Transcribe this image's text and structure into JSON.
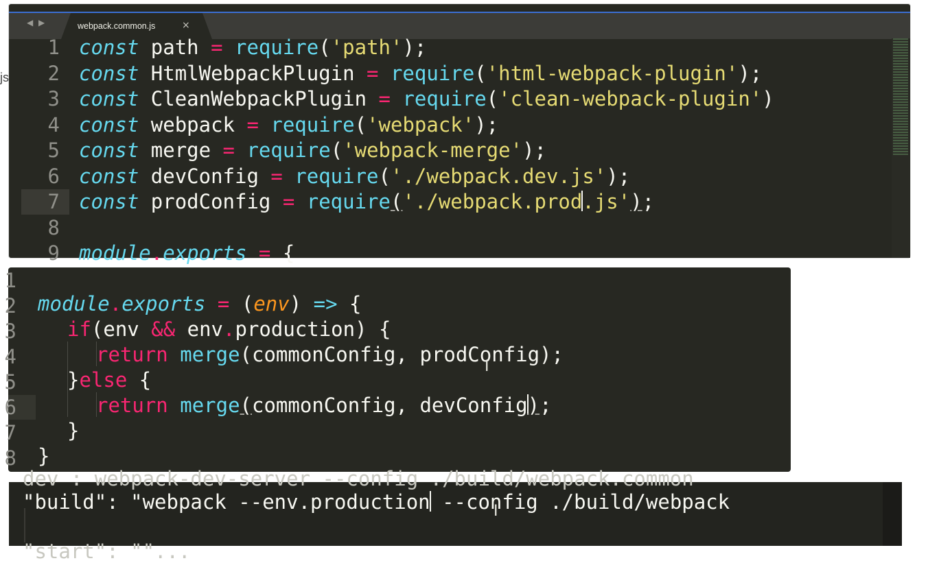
{
  "colors": {
    "background": "#272822",
    "keyword": "#66d9ef",
    "operator": "#f92672",
    "string": "#e6db74",
    "identifier": "#f8f8f2",
    "line_number": "#90908a",
    "param": "#fd971f",
    "tab_accent": "#3b6fd4"
  },
  "editor": {
    "tab_arrows": "◀ ▶",
    "tab_title": "webpack.common.js",
    "tab_close": "×",
    "left_stub": "js",
    "lines": [
      {
        "n": "1",
        "kw": "const",
        "id": "path",
        "op": "=",
        "fn": "require",
        "open": "(",
        "str": "'path'",
        "close": ");"
      },
      {
        "n": "2",
        "kw": "const",
        "id": "HtmlWebpackPlugin",
        "op": "=",
        "fn": "require",
        "open": "(",
        "str": "'html-webpack-plugin'",
        "close": ");"
      },
      {
        "n": "3",
        "kw": "const",
        "id": "CleanWebpackPlugin",
        "op": "=",
        "fn": "require",
        "open": "(",
        "str": "'clean-webpack-plugin'",
        "close": ")"
      },
      {
        "n": "4",
        "kw": "const",
        "id": "webpack",
        "op": "=",
        "fn": "require",
        "open": "(",
        "str": "'webpack'",
        "close": ");"
      },
      {
        "n": "5",
        "kw": "const",
        "id": "merge",
        "op": "=",
        "fn": "require",
        "open": "(",
        "str": "'webpack-merge'",
        "close": ");"
      },
      {
        "n": "6",
        "kw": "const",
        "id": "devConfig",
        "op": "=",
        "fn": "require",
        "open": "(",
        "str": "'./webpack.dev.js'",
        "close": ");"
      },
      {
        "n": "7",
        "kw": "const",
        "id": "prodConfig",
        "op": "=",
        "fn": "require",
        "open": "(",
        "str_a": "'./webpack.prod",
        "str_b": ".js'",
        "close": ");"
      },
      {
        "n": "8"
      },
      {
        "n": "9",
        "kw_a": "module",
        "dot": ".",
        "kw_b": "exports",
        "op": "=",
        "tail": "{"
      }
    ]
  },
  "snippet": {
    "line_numbers": [
      "1",
      "2",
      "3",
      "4",
      "5",
      "6",
      "7",
      "8"
    ],
    "l2": {
      "module": "module",
      "dot": ".",
      "exports": "exports",
      "eq": "=",
      "open": "(",
      "param": "env",
      "close": ")",
      "arrow": "=>",
      "brace": "{"
    },
    "l3": {
      "if": "if",
      "a": "(env",
      "and": "&&",
      "b": "env",
      "dot": ".",
      "c": "production)",
      "brace": "{"
    },
    "l4": {
      "ret": "return",
      "fn": "merge",
      "args_a": "(commonConfig, p",
      "args_b": "rodConfig);"
    },
    "l5": {
      "close": "}",
      "else": "else",
      "brace": "{"
    },
    "l6": {
      "ret": "return",
      "fn": "merge",
      "open": "(",
      "args": "commonConfig, devConfig",
      "close_a": ")",
      "close_b": ";"
    },
    "l7": {
      "brace": "}"
    },
    "l8": {
      "brace": "}"
    }
  },
  "script_panel": {
    "top_partial": "dev : webpack-dev-server --config ./build/webpack.common",
    "line": "\"build\": \"webpack --env.production",
    "line_rest": " --config ./build/webpack",
    "bottom_partial": "\"start\": \"\"..."
  }
}
